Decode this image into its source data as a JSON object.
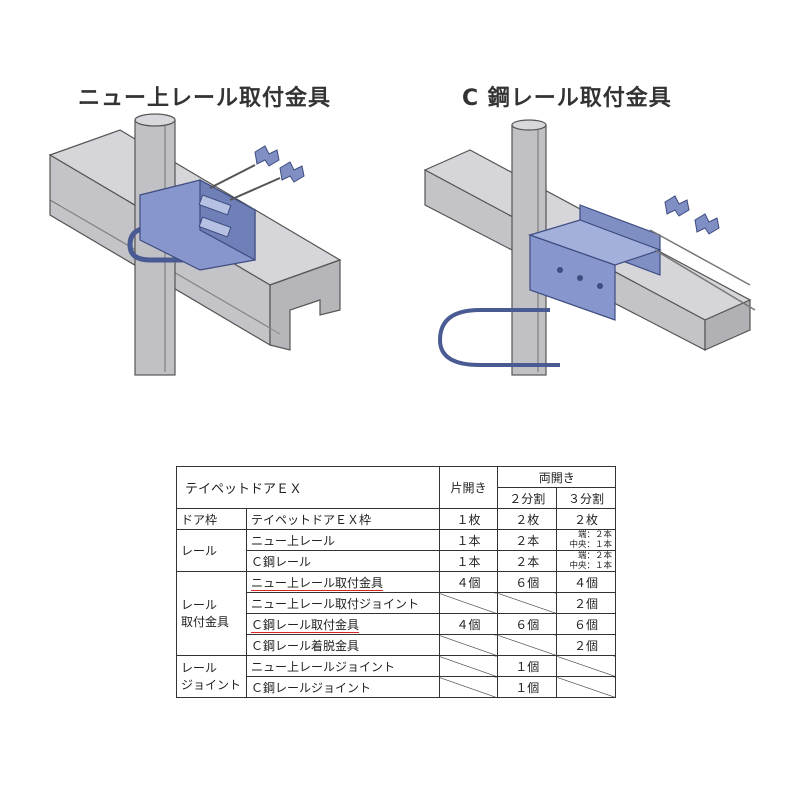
{
  "titles": {
    "left": "ニュー上レール取付金具",
    "right": "C 鋼レール取付金具"
  },
  "table": {
    "header": {
      "product": "テイペットドアＥＸ",
      "single": "片開き",
      "double": "両開き",
      "split2": "２分割",
      "split3": "３分割"
    },
    "rows": {
      "door_frame": {
        "group": "ドア枠",
        "item": "テイペットドアＥＸ枠",
        "single": "１枚",
        "split2": "２枚",
        "split3": "２枚"
      },
      "rail_group": "レール",
      "rail_new": {
        "item": "ニュー上レール",
        "single": "１本",
        "split2": "２本",
        "split3_line1": "端：２本",
        "split3_line2": "中央：１本"
      },
      "rail_c": {
        "item": "Ｃ鋼レール",
        "single": "１本",
        "split2": "２本",
        "split3_line1": "端：２本",
        "split3_line2": "中央：１本"
      },
      "fitting_group_line1": "レール",
      "fitting_group_line2": "取付金具",
      "fit_new": {
        "item": "ニュー上レール取付金具",
        "single": "４個",
        "split2": "６個",
        "split3": "４個"
      },
      "fit_new_joint": {
        "item": "ニュー上レール取付ジョイント",
        "split3": "２個"
      },
      "fit_c": {
        "item": "Ｃ鋼レール取付金具",
        "single": "４個",
        "split2": "６個",
        "split3": "６個"
      },
      "fit_c_detach": {
        "item": "Ｃ鋼レール着脱金具",
        "split3": "２個"
      },
      "joint_group_line1": "レール",
      "joint_group_line2": "ジョイント",
      "joint_new": {
        "item": "ニュー上レールジョイント",
        "split2": "１個"
      },
      "joint_c": {
        "item": "Ｃ鋼レールジョイント",
        "split2": "１個"
      }
    }
  },
  "colors": {
    "rail": "#c9c9cc",
    "rail_dark": "#8e8e93",
    "pole": "#bdbdc2",
    "bracket": "#7f8fc4",
    "bracket_dark": "#4a5a93",
    "underline": "#dd2222"
  }
}
